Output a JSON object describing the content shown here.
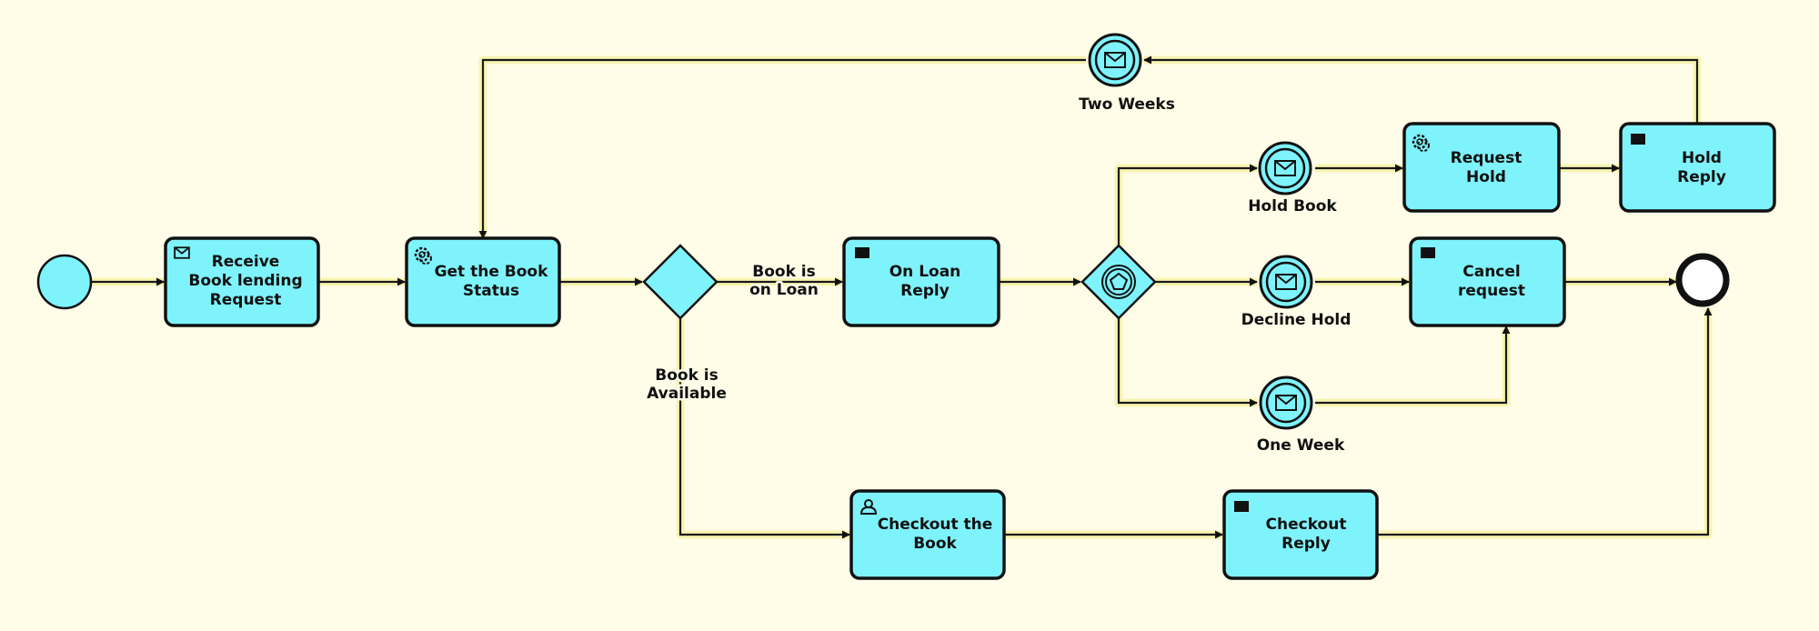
{
  "colors": {
    "background": "#fffde8",
    "task_fill": "#7ef3fb",
    "stroke": "#111111"
  },
  "events": {
    "two_weeks": "Two Weeks",
    "hold_book": "Hold Book",
    "decline_hold": "Decline Hold",
    "one_week": "One Week"
  },
  "gateway_labels": {
    "on_loan_line1": "Book is",
    "on_loan_line2": "on Loan",
    "available_line1": "Book is",
    "available_line2": "Available"
  },
  "tasks": {
    "receive": {
      "lines": [
        "Receive",
        "Book lending",
        "Request"
      ],
      "icon": "envelope-icon"
    },
    "get_status": {
      "lines": [
        "Get the Book",
        "Status"
      ],
      "icon": "gear-icon"
    },
    "on_loan_reply": {
      "lines": [
        "On Loan",
        "Reply"
      ],
      "icon": "send-message-icon"
    },
    "request_hold": {
      "lines": [
        "Request",
        "Hold"
      ],
      "icon": "gear-icon"
    },
    "hold_reply": {
      "lines": [
        "Hold",
        "Reply"
      ],
      "icon": "send-message-icon"
    },
    "cancel_request": {
      "lines": [
        "Cancel",
        "request"
      ],
      "icon": "send-message-icon"
    },
    "checkout_book": {
      "lines": [
        "Checkout the",
        "Book"
      ],
      "icon": "user-icon"
    },
    "checkout_reply": {
      "lines": [
        "Checkout",
        "Reply"
      ],
      "icon": "send-message-icon"
    }
  }
}
